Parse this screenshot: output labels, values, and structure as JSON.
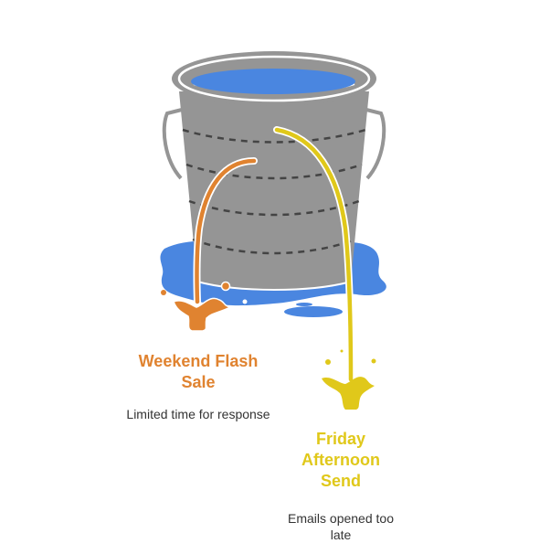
{
  "diagram": {
    "type": "leaky-bucket",
    "colors": {
      "bucket": "#959595",
      "bucket_dark": "#444444",
      "water": "#4a86e0",
      "weekend_accent": "#e08330",
      "friday_accent": "#e0c81a"
    },
    "leaks": [
      {
        "title": "Weekend Flash Sale",
        "description": "Limited time for response",
        "color": "#e08330"
      },
      {
        "title": "Friday Afternoon Send",
        "description": "Emails opened too late",
        "color": "#e0c81a"
      }
    ]
  }
}
